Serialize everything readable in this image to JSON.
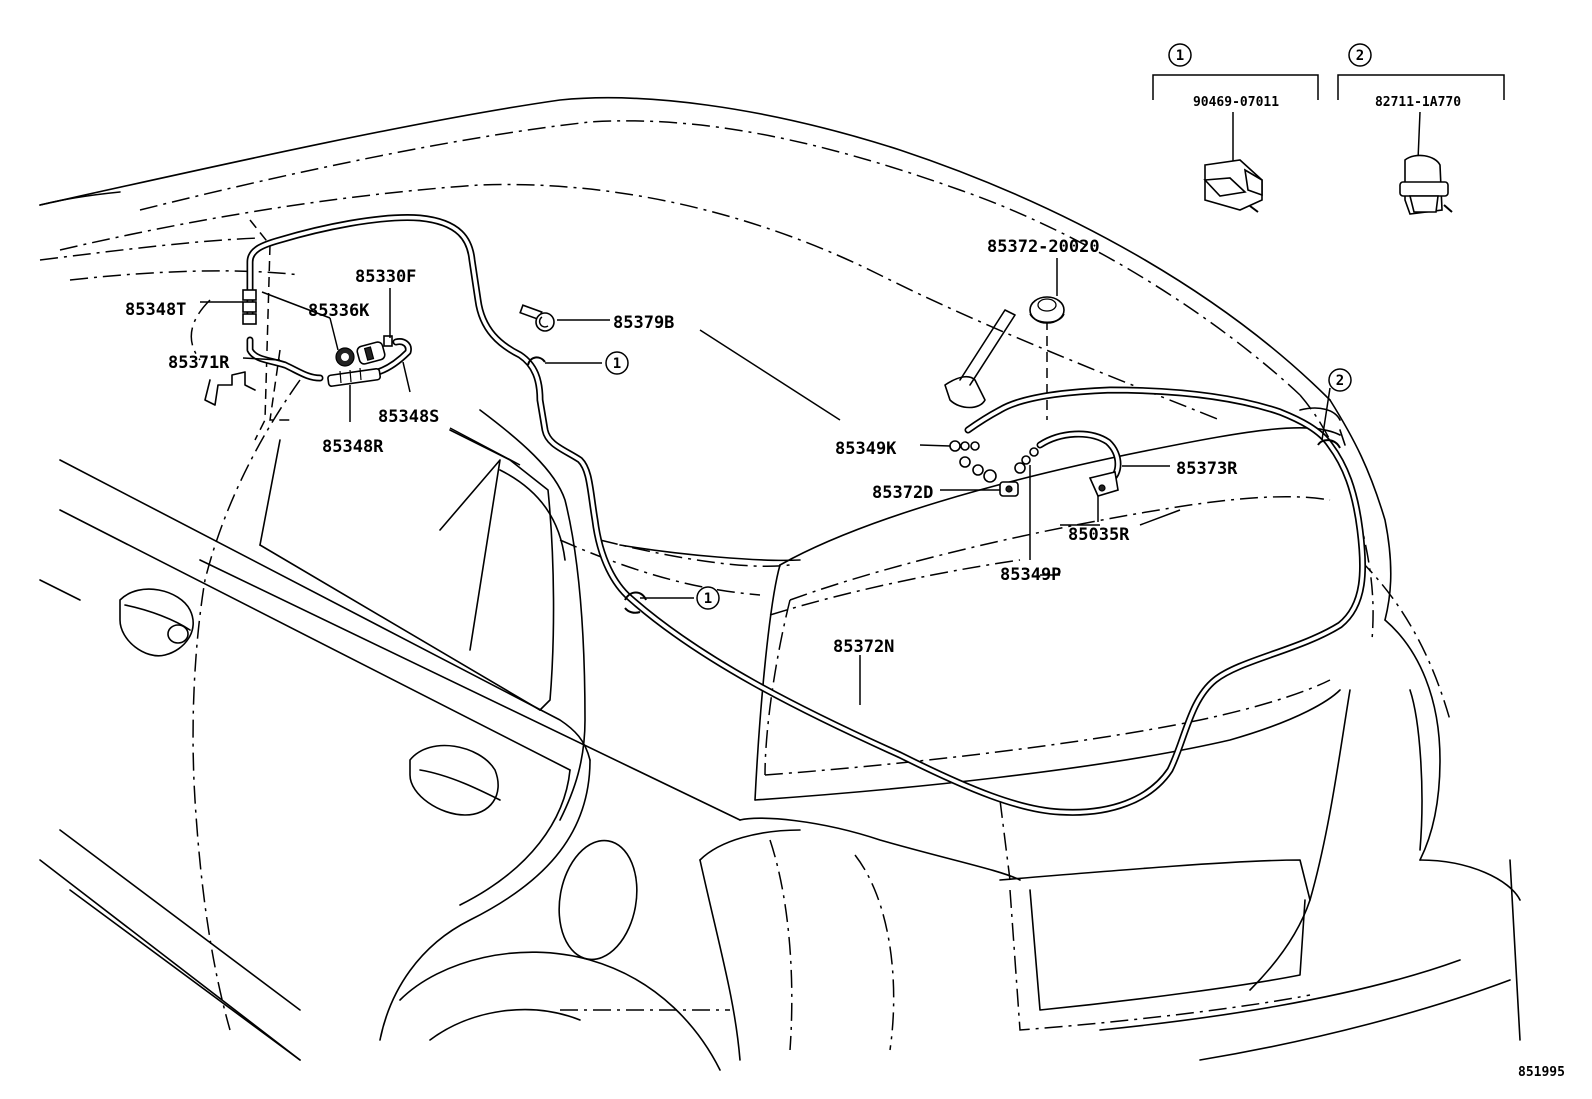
{
  "diagram_id": "851995",
  "clip_legend": [
    {
      "ref": "1",
      "part": "90469-07011"
    },
    {
      "ref": "2",
      "part": "82711-1A770"
    }
  ],
  "labels": {
    "p85330F": "85330F",
    "p85336K": "85336K",
    "p85348T": "85348T",
    "p85371R": "85371R",
    "p85348S": "85348S",
    "p85348R": "85348R",
    "p85379B": "85379B",
    "p85372_20020": "85372-20020",
    "p85349K": "85349K",
    "p85372D": "85372D",
    "p85373R": "85373R",
    "p85035R": "85035R",
    "p85349P": "85349P",
    "p85372N": "85372N"
  },
  "callouts": {
    "clip1_upper": "1",
    "clip1_lower": "1",
    "clip2": "2"
  }
}
